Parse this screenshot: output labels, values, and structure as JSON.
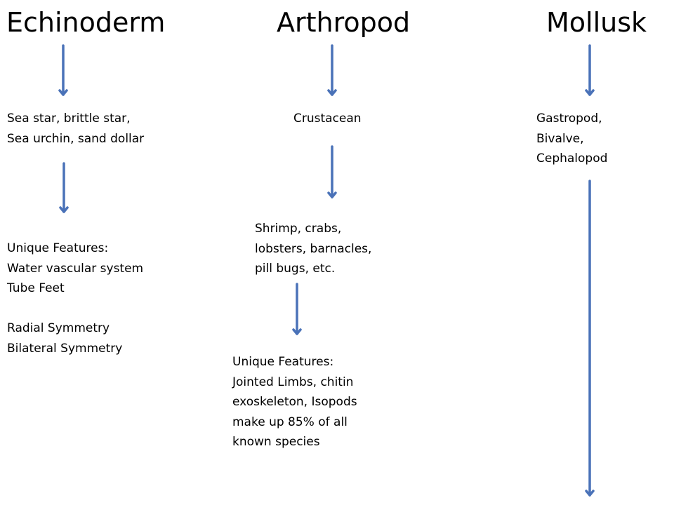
{
  "colors": {
    "arrow": "#4a72b8",
    "text": "#000000",
    "background": "#ffffff"
  },
  "columns": [
    {
      "heading": "Echinoderm",
      "nodes": [
        {
          "lines": [
            "Sea star, brittle star,",
            "Sea urchin, sand dollar"
          ]
        },
        {
          "lines": [
            "Unique Features:",
            "Water vascular system",
            "Tube Feet",
            "",
            "Radial Symmetry",
            "Bilateral Symmetry"
          ]
        }
      ]
    },
    {
      "heading": "Arthropod",
      "nodes": [
        {
          "lines": [
            "Crustacean"
          ]
        },
        {
          "lines": [
            "Shrimp, crabs,",
            "lobsters, barnacles,",
            "pill bugs, etc."
          ]
        },
        {
          "lines": [
            "Unique Features:",
            "Jointed Limbs, chitin",
            "exoskeleton, Isopods",
            "make up 85% of all",
            "known species"
          ]
        }
      ]
    },
    {
      "heading": "Mollusk",
      "nodes": [
        {
          "lines": [
            "Gastropod,",
            "Bivalve,",
            "Cephalopod"
          ]
        }
      ]
    }
  ],
  "arrows": [
    {
      "from": "heading-echinoderm",
      "to": "node-echinoderm-examples"
    },
    {
      "from": "node-echinoderm-examples",
      "to": "node-echinoderm-features"
    },
    {
      "from": "heading-arthropod",
      "to": "node-arthropod-crustacean"
    },
    {
      "from": "node-arthropod-crustacean",
      "to": "node-arthropod-examples"
    },
    {
      "from": "node-arthropod-examples",
      "to": "node-arthropod-features"
    },
    {
      "from": "heading-mollusk",
      "to": "node-mollusk-classes"
    },
    {
      "from": "node-mollusk-classes",
      "to": "page-bottom"
    }
  ]
}
